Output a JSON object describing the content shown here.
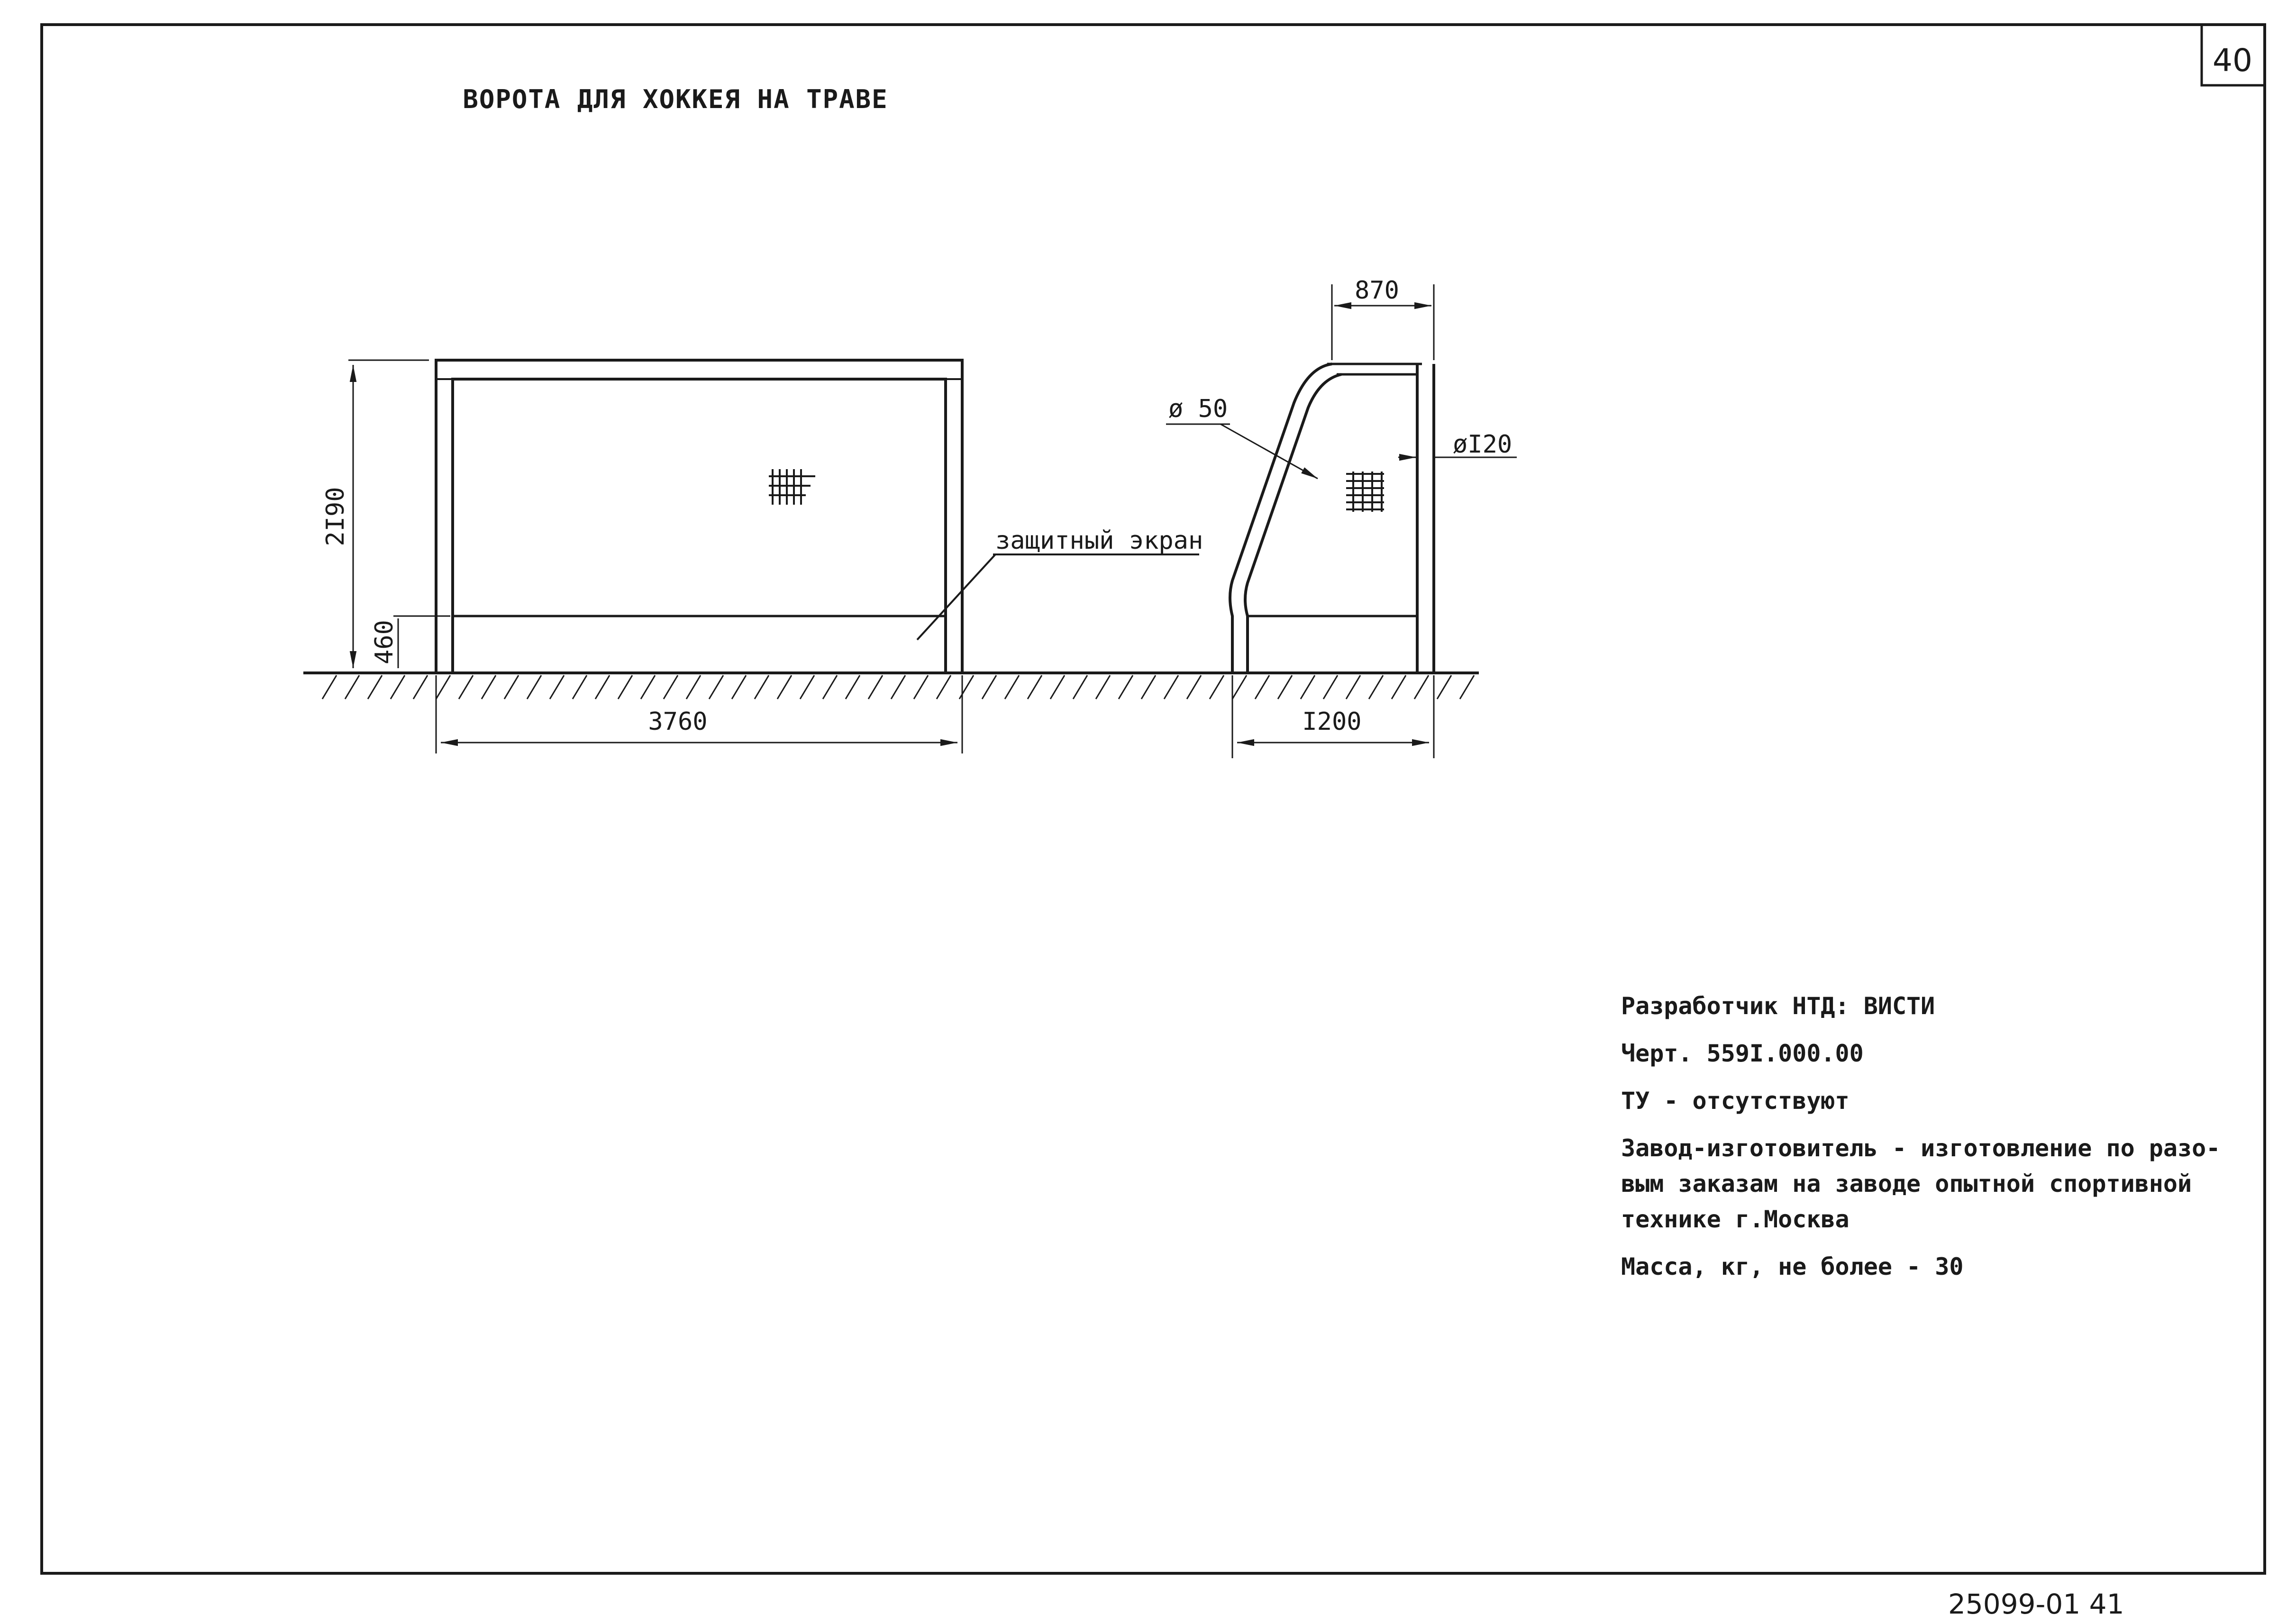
{
  "drawing": {
    "title": "ВОРОТА ДЛЯ ХОККЕЯ НА ТРАВЕ",
    "page_number": "40",
    "stamp": "25099-01  41"
  },
  "front_view": {
    "height_label": "2I90",
    "bottom_bar_label": "460",
    "width_label": "3760",
    "screen_label": "защитный экран"
  },
  "side_view": {
    "top_depth_label": "870",
    "tube_diameter_label": "ø 50",
    "post_diameter_label": "øI20",
    "base_depth_label": "I200"
  },
  "info": {
    "developer": "Разработчик НТД: ВИСТИ",
    "drawing_number": "Черт. 559I.000.00",
    "specs": "ТУ - отсутствуют",
    "manufacturer_1": "Завод-изготовитель - изготовление по разо-",
    "manufacturer_2": "вым заказам на заводе опытной спортивной",
    "manufacturer_3": "технике г.Москва",
    "mass": "Масса, кг, не более - 30"
  }
}
